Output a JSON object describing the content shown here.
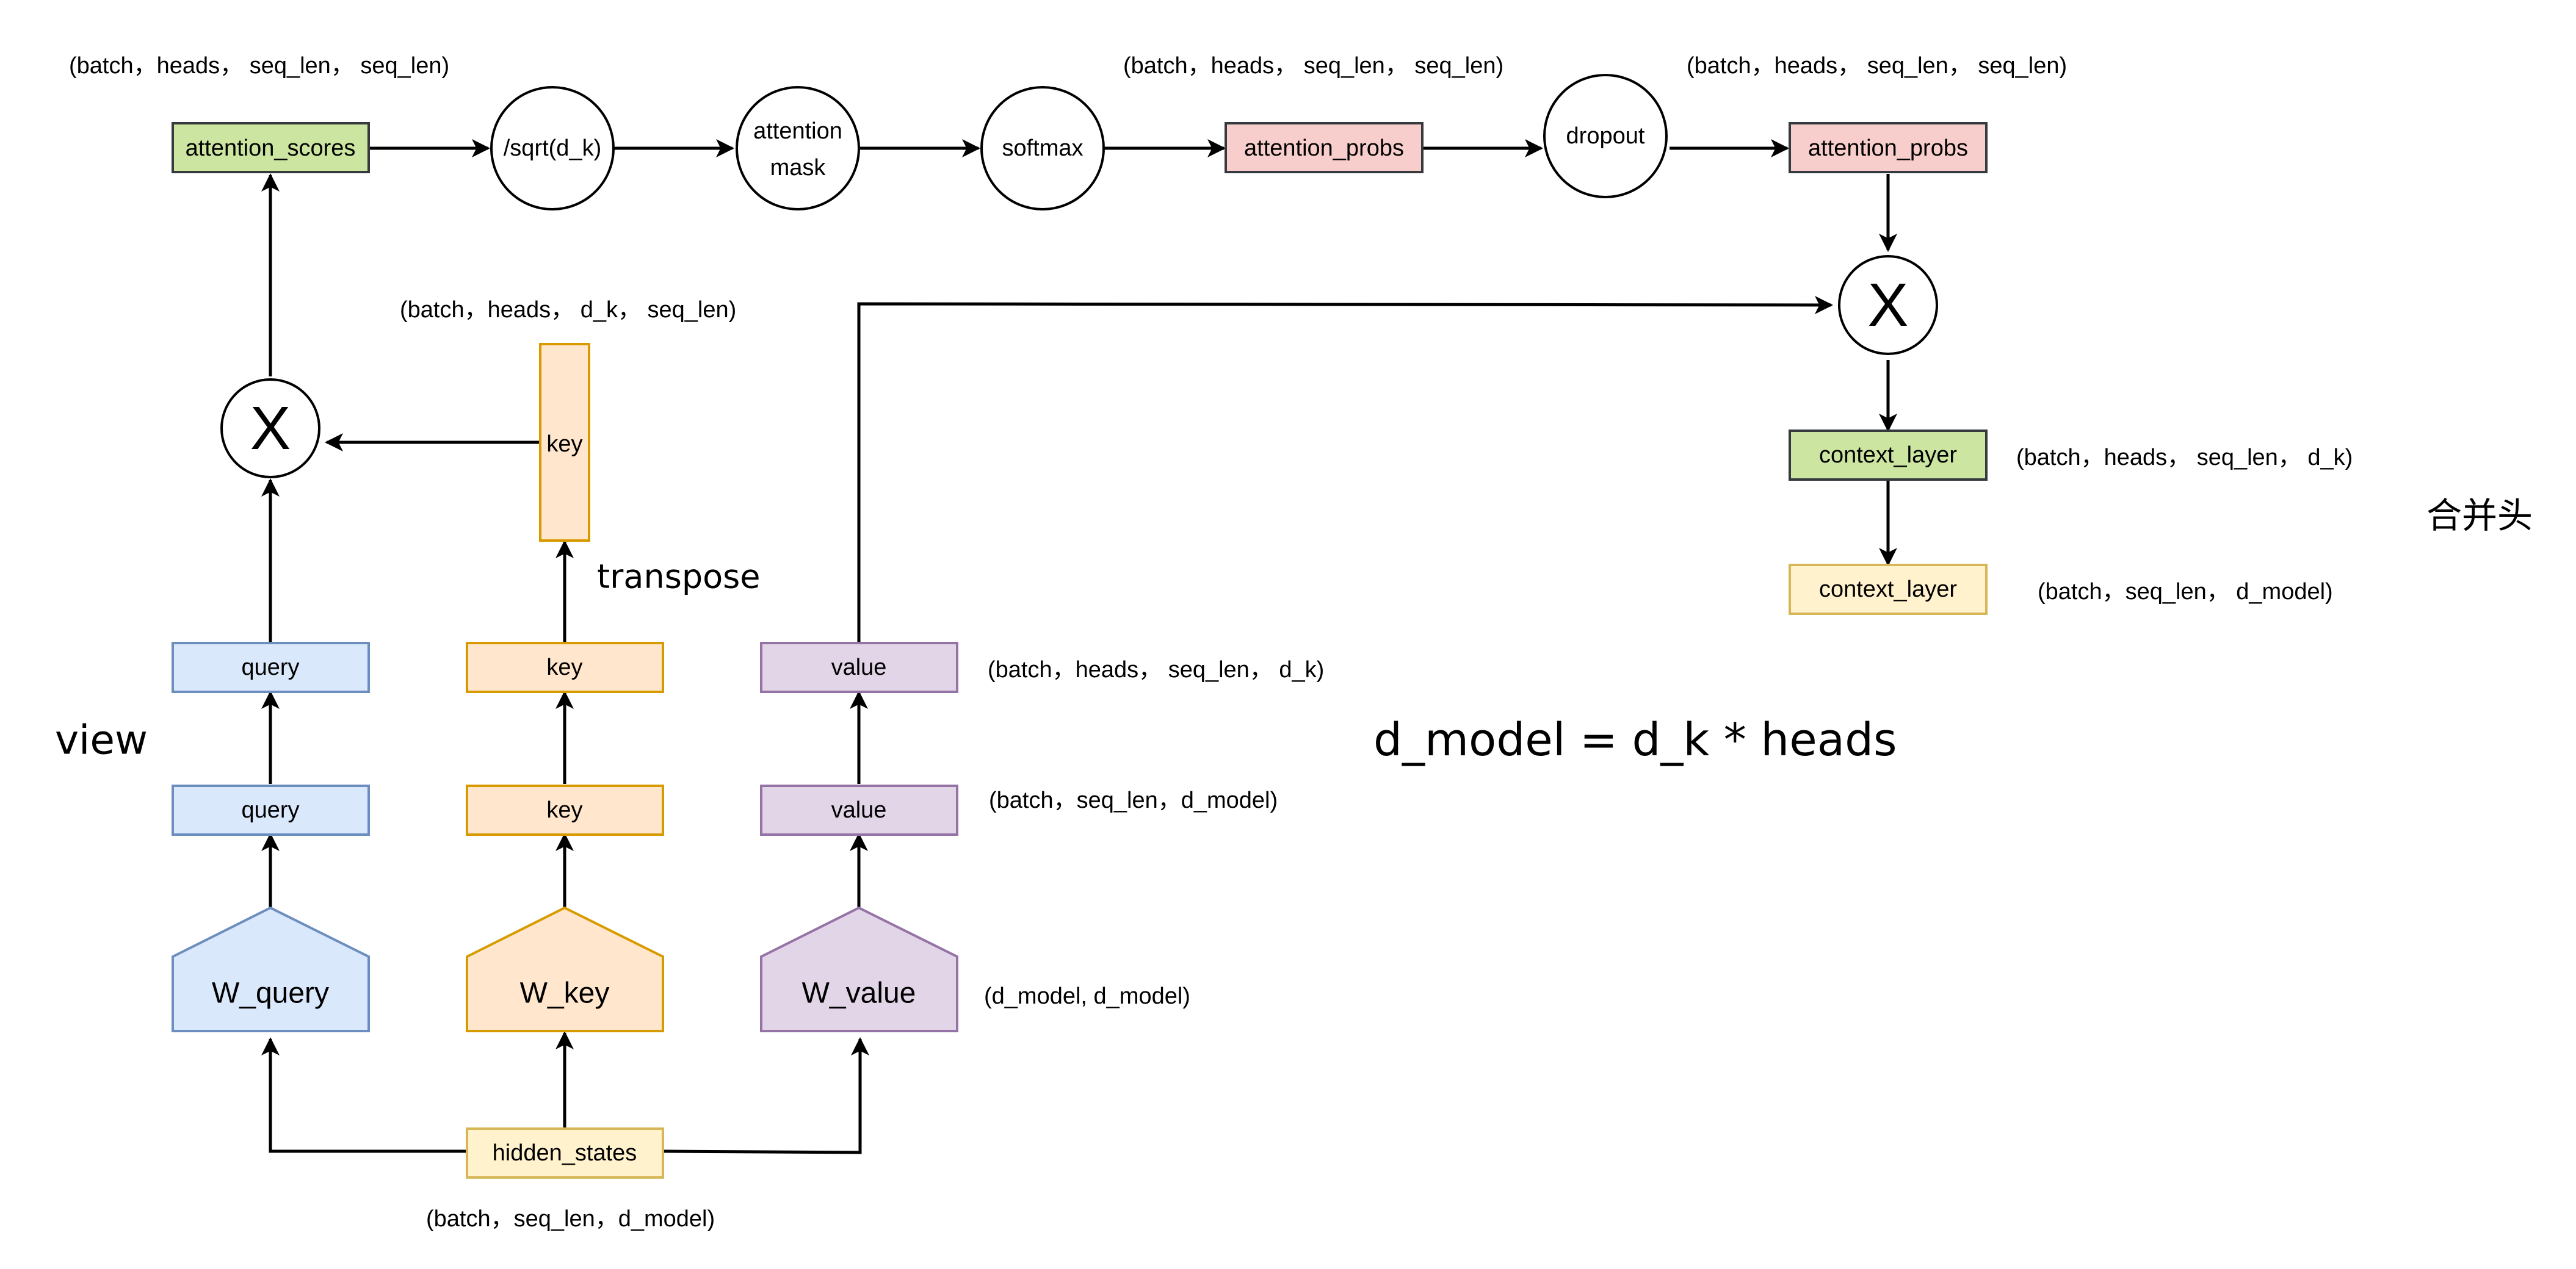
{
  "nodes": {
    "attention_scores": "attention_scores",
    "sqrt_dk": "/sqrt(d_k)",
    "attention_mask_line1": "attention",
    "attention_mask_line2": "mask",
    "softmax": "softmax",
    "attention_probs_1": "attention_probs",
    "dropout": "dropout",
    "attention_probs_2": "attention_probs",
    "multiply_left": "X",
    "multiply_right": "X",
    "key_transposed": "key",
    "query_top": "query",
    "key_top": "key",
    "value_top": "value",
    "query_bottom": "query",
    "key_bottom": "key",
    "value_bottom": "value",
    "w_query": "W_query",
    "w_key": "W_key",
    "w_value": "W_value",
    "hidden_states": "hidden_states",
    "context_layer_1": "context_layer",
    "context_layer_2": "context_layer"
  },
  "shapes": {
    "scores_shape": "(batch，heads， seq_len， seq_len)",
    "probs_shape_1": "(batch，heads， seq_len， seq_len)",
    "probs_shape_2": "(batch，heads， seq_len， seq_len)",
    "key_transposed_shape": "(batch，heads， d_k， seq_len)",
    "context_shape_1": "(batch，heads， seq_len， d_k)",
    "context_shape_2": "(batch，seq_len， d_model)",
    "qkv_heads_shape": "(batch，heads， seq_len， d_k)",
    "qkv_shape": "(batch，seq_len，d_model)",
    "weight_shape": "(d_model, d_model)",
    "hidden_shape": "(batch，seq_len，d_model)"
  },
  "annotations": {
    "transpose": "transpose",
    "view": "view",
    "merge_heads": "合并头",
    "formula": "d_model = d_k * heads"
  },
  "colors": {
    "green_fill": "#cce5a0",
    "red_fill": "#f8cecc",
    "blue_fill": "#dae8fc",
    "blue_stroke": "#6c8ebf",
    "orange_fill": "#ffe6cc",
    "orange_stroke": "#d79b00",
    "purple_fill": "#e1d5e7",
    "purple_stroke": "#9673a6",
    "yellow_fill": "#fff2cc",
    "yellow_stroke": "#d6b656"
  }
}
